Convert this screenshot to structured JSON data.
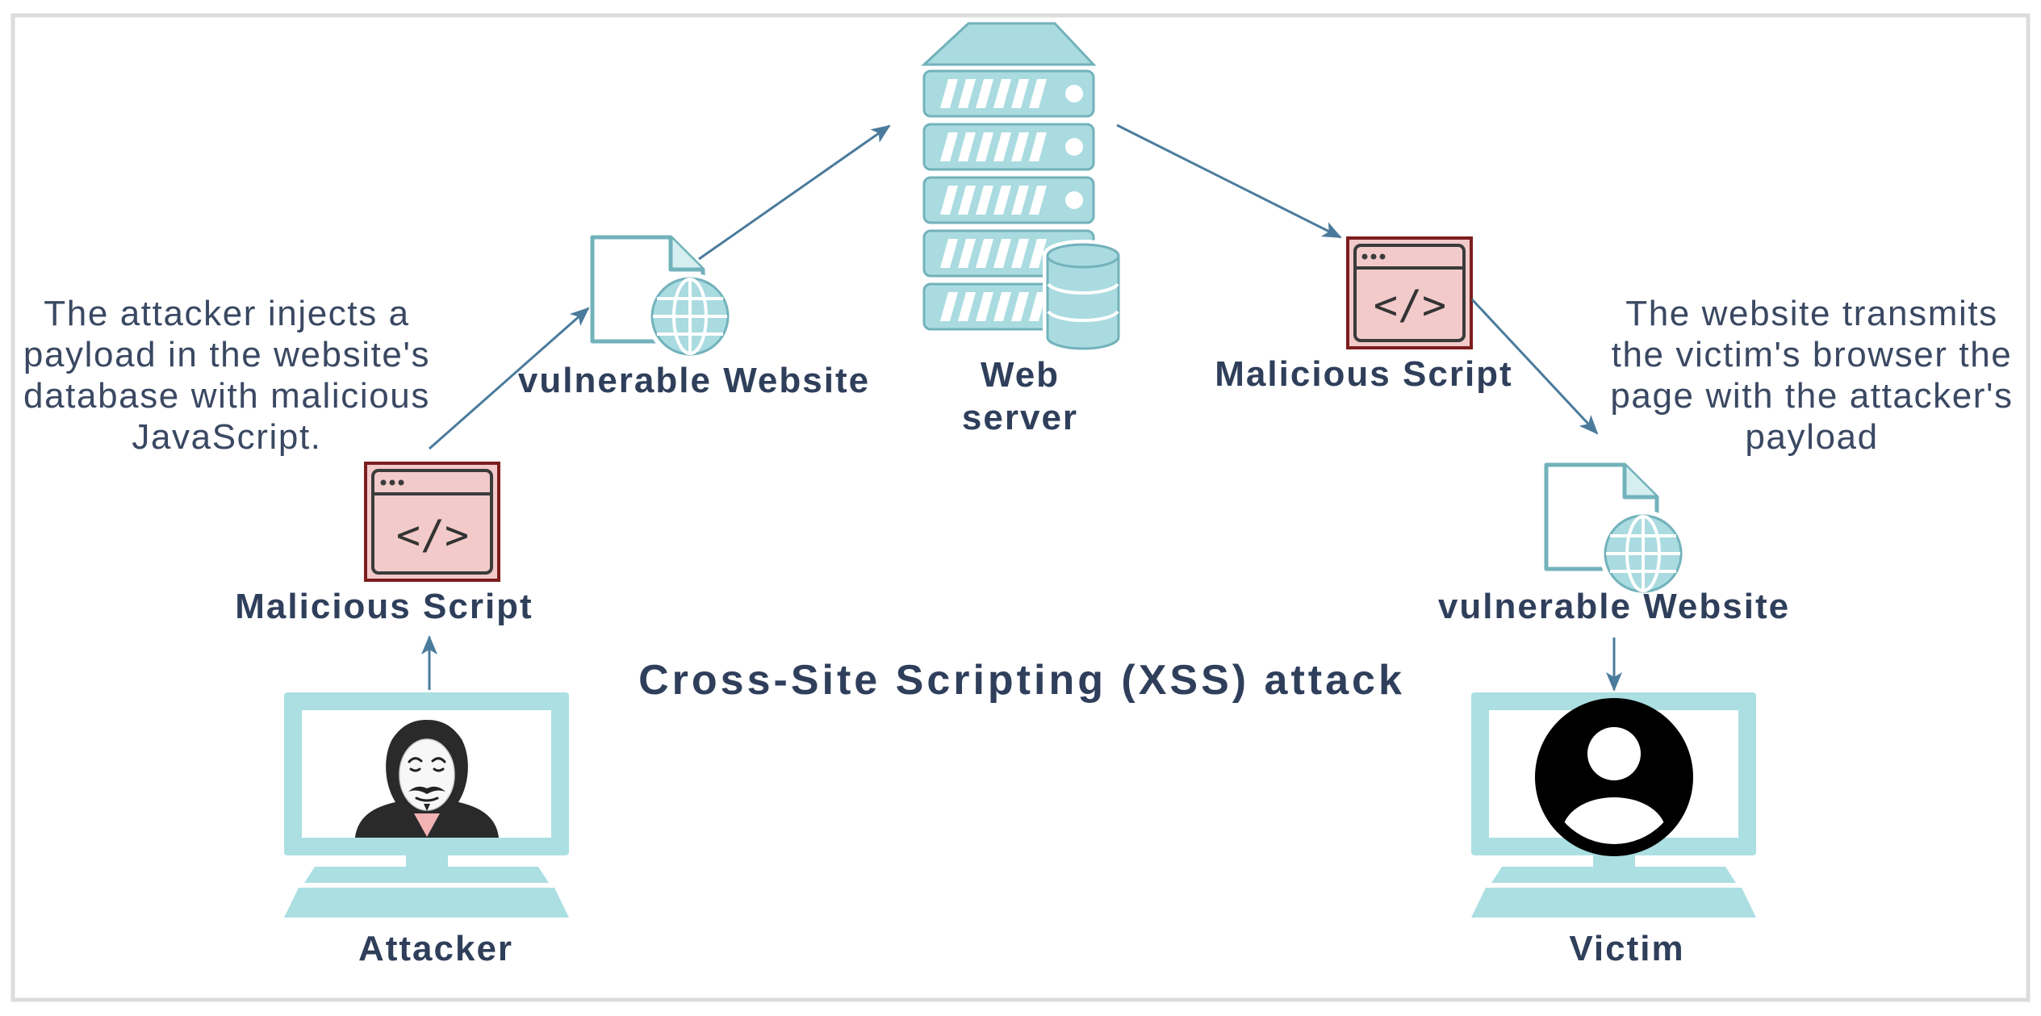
{
  "title": "Cross-Site Scripting (XSS) attack",
  "web_server": {
    "label_lines": [
      "Web",
      "server"
    ],
    "icon": "server-rack-icon",
    "db_icon": "database-icon"
  },
  "vulnerable_website_left": {
    "label": "vulnerable Website",
    "icon": "web-document-globe-icon"
  },
  "vulnerable_website_right": {
    "label": "vulnerable Website",
    "icon": "web-document-globe-icon"
  },
  "malicious_script_left": {
    "label": "Malicious Script",
    "code": "</>",
    "icon": "code-window-icon"
  },
  "malicious_script_right": {
    "label": "Malicious Script",
    "code": "</>",
    "icon": "code-window-icon"
  },
  "attacker": {
    "label": "Attacker",
    "icon": "hooded-masked-hacker-icon",
    "device_icon": "desktop-monitor-icon"
  },
  "victim": {
    "label": "Victim",
    "icon": "user-avatar-icon",
    "device_icon": "desktop-monitor-icon"
  },
  "annotations": {
    "attacker_note": [
      "The attacker injects a",
      "payload in the website's",
      "database with malicious",
      "JavaScript."
    ],
    "website_note": [
      "The website transmits",
      "the victim's browser the",
      "page with the attacker's",
      "payload"
    ]
  },
  "colors": {
    "text": "#2f3f5b",
    "note_text": "#3a4862",
    "arrow": "#4b7b9c",
    "icon_fill": "#a9dbe0",
    "icon_stroke": "#72b2bb",
    "monitor_fill": "#abdfe2",
    "script_fill": "#f2caca",
    "script_border": "#7d1d1d",
    "frame": "#dcdcdc"
  }
}
